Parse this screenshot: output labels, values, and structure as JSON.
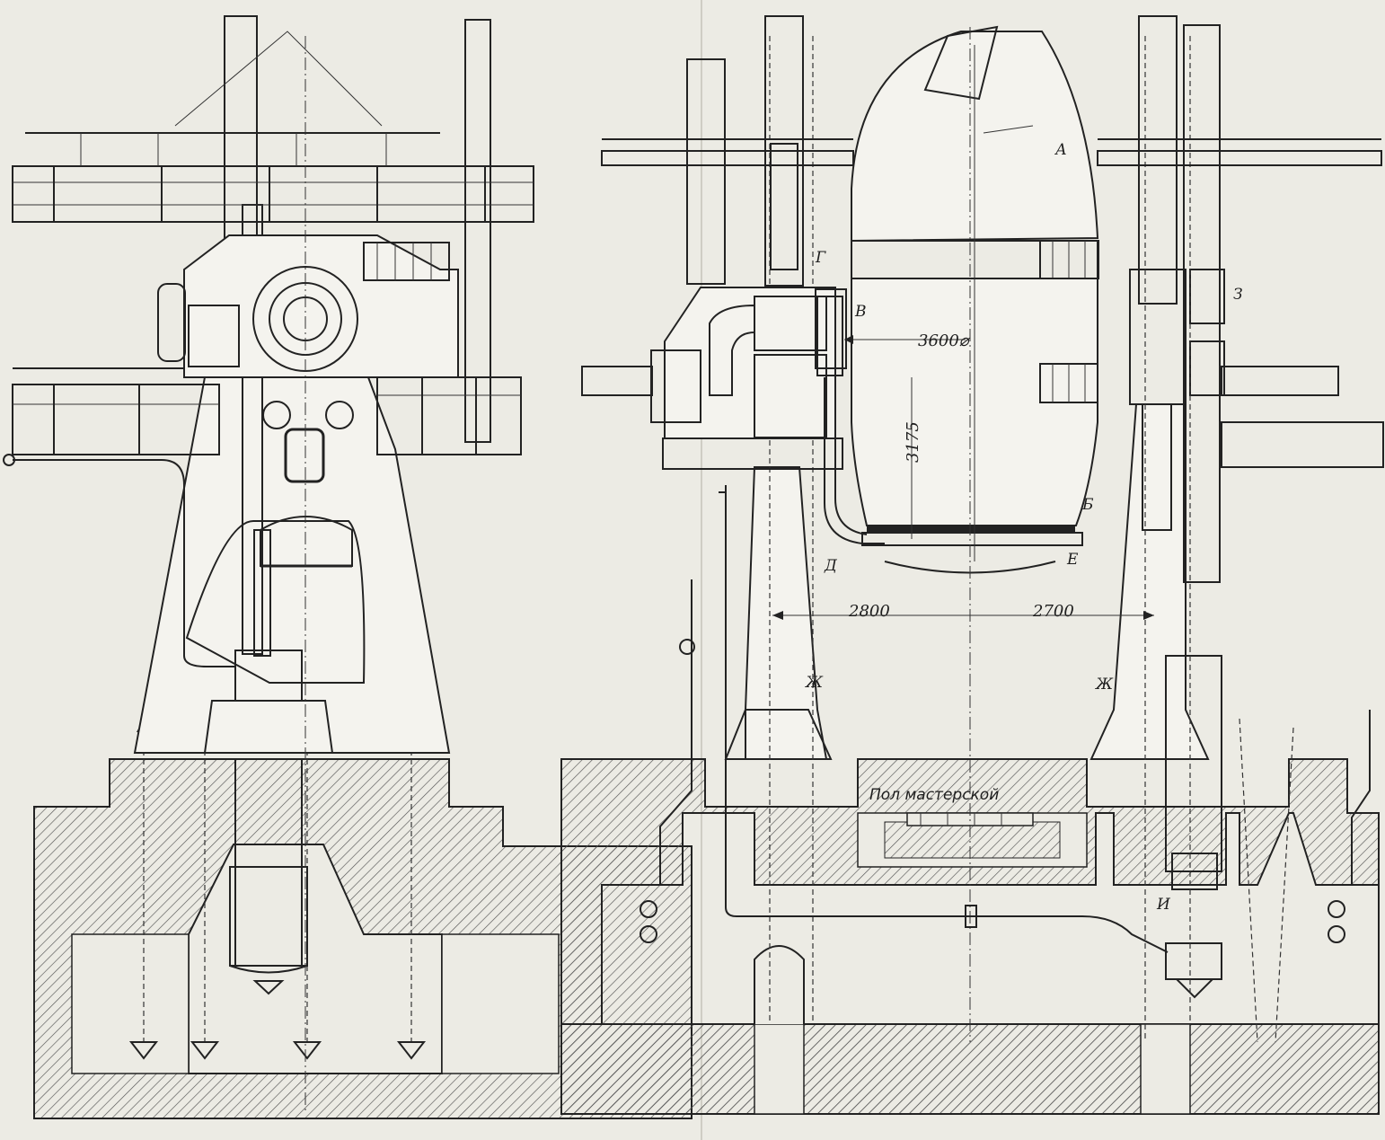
{
  "labels": {
    "a": "А",
    "b": "Б",
    "v": "В",
    "g": "Г",
    "d": "Д",
    "e": "Е",
    "zh_left": "Ж",
    "zh_right": "Ж",
    "z": "З",
    "i": "И"
  },
  "dimensions": {
    "diameter": "3600⌀",
    "height": "3175",
    "left_span": "2800",
    "right_span": "2700"
  },
  "floor_caption": "Пол мастерской",
  "colors": {
    "paper": "#ecebe4",
    "ink": "#222222",
    "hatch": "#555555"
  }
}
